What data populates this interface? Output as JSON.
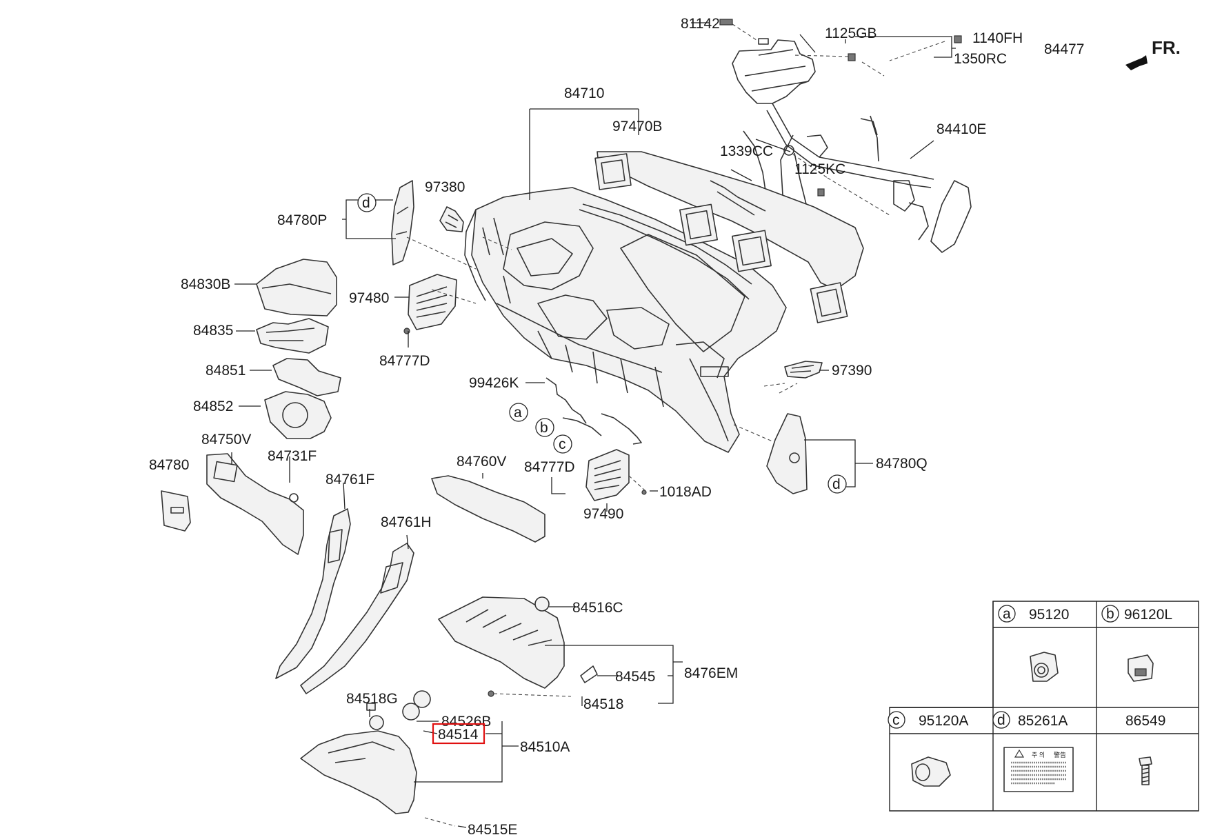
{
  "orientation": {
    "label": "FR."
  },
  "highlighted_part": "84514",
  "labels": {
    "l81142": "81142",
    "l1125GB": "1125GB",
    "l1140FH": "1140FH",
    "l84477": "84477",
    "l1350RC": "1350RC",
    "l84710": "84710",
    "l97470B": "97470B",
    "l1339CC": "1339CC",
    "l84410E": "84410E",
    "l1125KC": "1125KC",
    "l97380": "97380",
    "l84780P": "84780P",
    "l84830B": "84830B",
    "l97480": "97480",
    "l84835": "84835",
    "l84777D_1": "84777D",
    "l84851": "84851",
    "l97390": "97390",
    "l99426K": "99426K",
    "l84852": "84852",
    "l84750V": "84750V",
    "l84731F": "84731F",
    "l84760V": "84760V",
    "l84777D_2": "84777D",
    "l84780Q": "84780Q",
    "l84780": "84780",
    "l84761F": "84761F",
    "l1018AD": "1018AD",
    "l97490": "97490",
    "l84761H": "84761H",
    "l84516C": "84516C",
    "l84545": "84545",
    "l8476EM": "8476EM",
    "l84518": "84518",
    "l84518G": "84518G",
    "l84526B": "84526B",
    "l84514": "84514",
    "l84510A": "84510A",
    "l84515E": "84515E"
  },
  "callouts": {
    "d_top": "d",
    "d_right": "d",
    "a": "a",
    "b": "b",
    "c": "c"
  },
  "legend_table": {
    "cells": [
      {
        "letter": "a",
        "part_no": "95120"
      },
      {
        "letter": "b",
        "part_no": "96120L"
      },
      {
        "letter": "c",
        "part_no": "95120A"
      },
      {
        "letter": "d",
        "part_no": "85261A"
      },
      {
        "letter": "",
        "part_no": "86549"
      }
    ],
    "label_text": {
      "warning_title": "주 의",
      "warning_word": "警告"
    }
  }
}
